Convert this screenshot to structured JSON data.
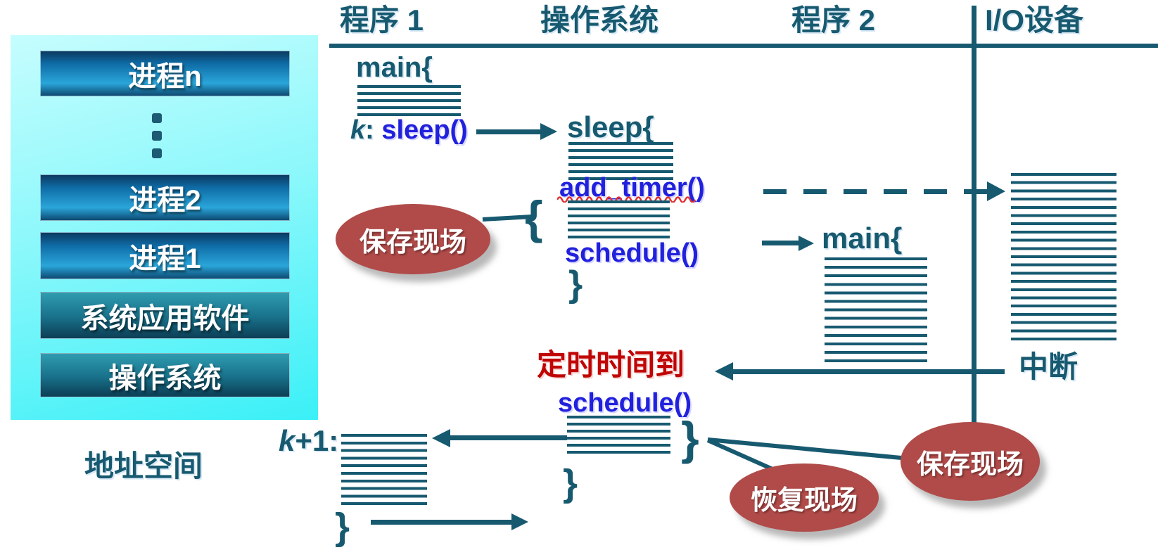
{
  "left_panel": {
    "bars": [
      {
        "label": "进程n"
      },
      {
        "label": "进程2"
      },
      {
        "label": "进程1"
      },
      {
        "label": "系统应用软件"
      },
      {
        "label": "操作系统"
      }
    ],
    "caption": "地址空间"
  },
  "headers": {
    "program1": "程序 1",
    "os": "操作系统",
    "program2": "程序 2",
    "io_device": "I/O设备"
  },
  "program1": {
    "main_open": "main{",
    "k_label": "k",
    "k_colon": ":",
    "sleep_call": "sleep()"
  },
  "os_sleep": {
    "open": "sleep{",
    "add_timer_call": "add_timer()",
    "group_brace": "{",
    "schedule_call": "schedule()",
    "close_brace": "}"
  },
  "program2": {
    "main_open": "main{"
  },
  "io": {
    "interrupt_label": "中断"
  },
  "os_schedule": {
    "timer_fired": "定时时间到",
    "schedule_call": "schedule()",
    "group_brace": "}",
    "close_brace": "}"
  },
  "program1_resume": {
    "k_label": "k",
    "k_suffix": "+1:",
    "close_brace": "}"
  },
  "ellipses": {
    "save_context_left": "保存现场",
    "save_context_right": "保存现场",
    "restore_context": "恢复现场"
  },
  "colors": {
    "teal": "#175a70",
    "call_blue": "#2121dd",
    "alert_red": "#c00505",
    "ellipse_fill": "#b04b49",
    "panel_cyan": "#3bf0f7",
    "bar_blue": "#1a7fc0",
    "bar_teal": "#187089"
  }
}
